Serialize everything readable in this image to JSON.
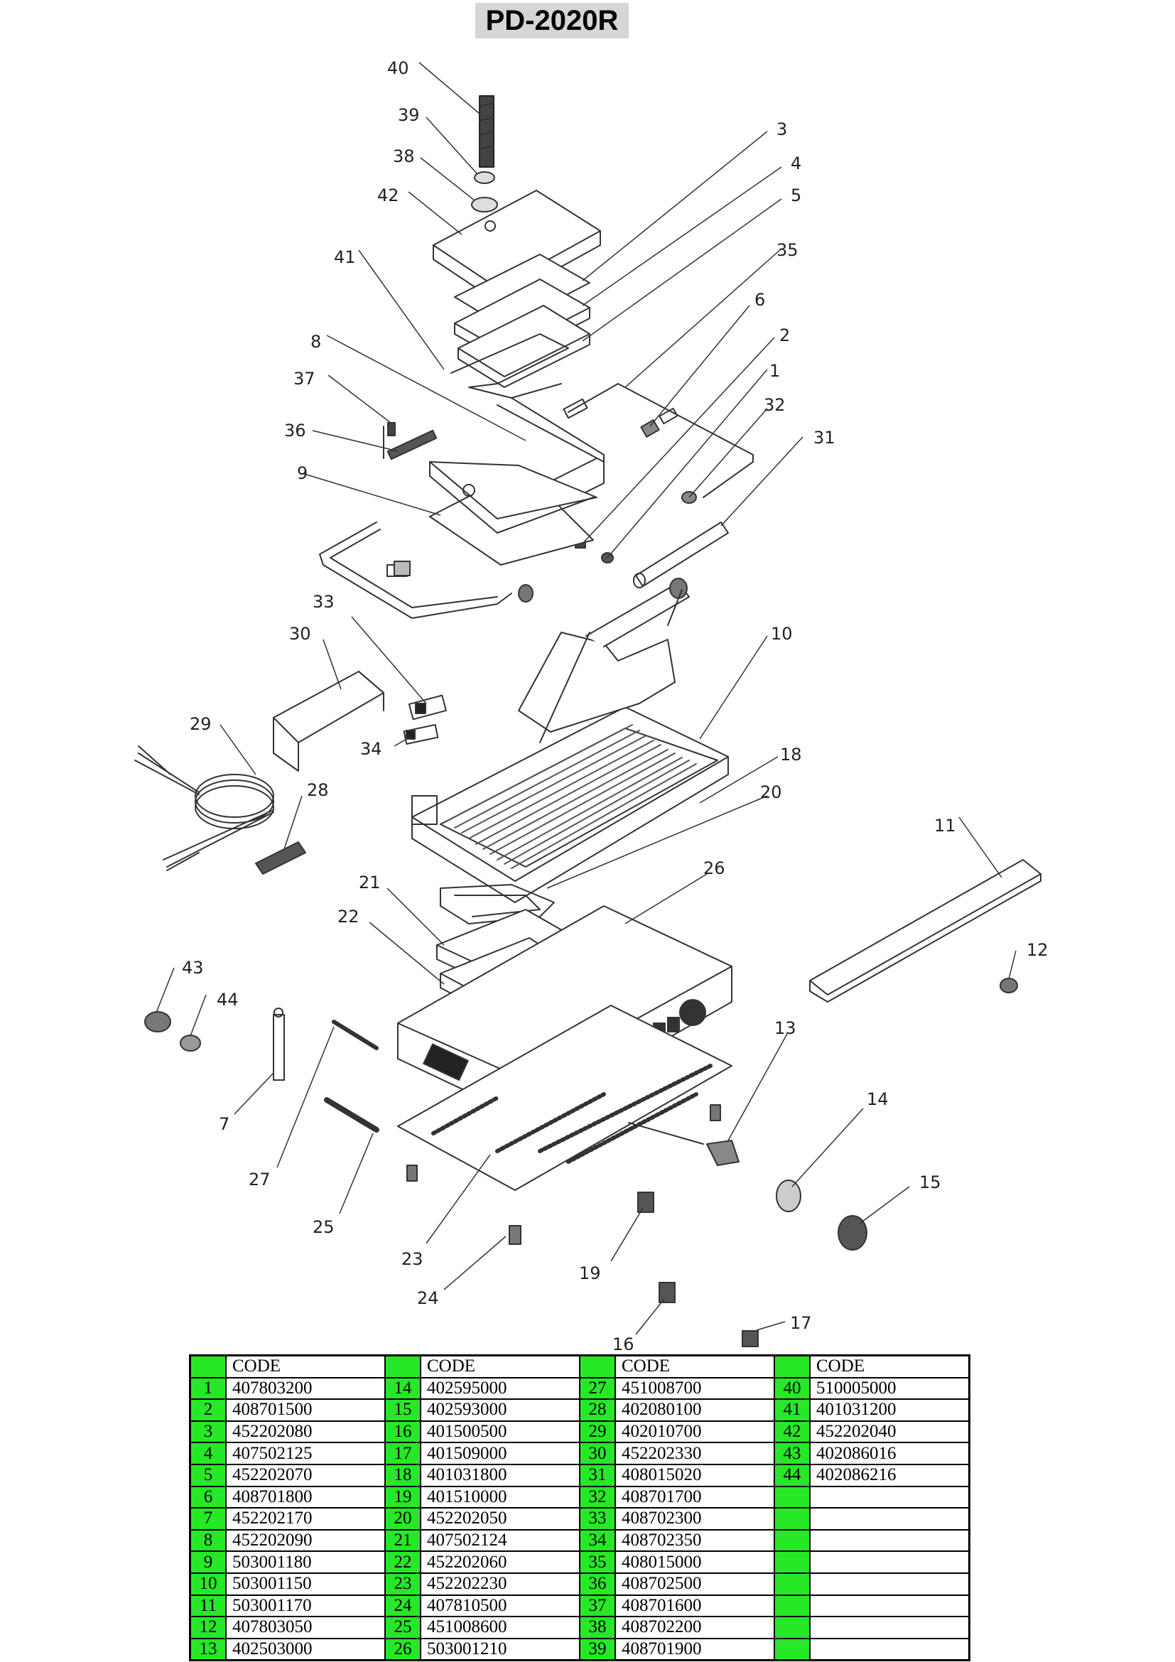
{
  "title": "PD-2020R",
  "callouts": [
    {
      "n": "40"
    },
    {
      "n": "39"
    },
    {
      "n": "38"
    },
    {
      "n": "42"
    },
    {
      "n": "41"
    },
    {
      "n": "8"
    },
    {
      "n": "37"
    },
    {
      "n": "36"
    },
    {
      "n": "9"
    },
    {
      "n": "3"
    },
    {
      "n": "4"
    },
    {
      "n": "5"
    },
    {
      "n": "35"
    },
    {
      "n": "6"
    },
    {
      "n": "2"
    },
    {
      "n": "1"
    },
    {
      "n": "32"
    },
    {
      "n": "31"
    },
    {
      "n": "33"
    },
    {
      "n": "30"
    },
    {
      "n": "29"
    },
    {
      "n": "34"
    },
    {
      "n": "28"
    },
    {
      "n": "10"
    },
    {
      "n": "18"
    },
    {
      "n": "20"
    },
    {
      "n": "26"
    },
    {
      "n": "21"
    },
    {
      "n": "22"
    },
    {
      "n": "11"
    },
    {
      "n": "12"
    },
    {
      "n": "43"
    },
    {
      "n": "44"
    },
    {
      "n": "7"
    },
    {
      "n": "27"
    },
    {
      "n": "25"
    },
    {
      "n": "13"
    },
    {
      "n": "14"
    },
    {
      "n": "15"
    },
    {
      "n": "23"
    },
    {
      "n": "24"
    },
    {
      "n": "19"
    },
    {
      "n": "16"
    },
    {
      "n": "17"
    }
  ],
  "table": {
    "header": "CODE",
    "columns": [
      [
        [
          "1",
          "407803200"
        ],
        [
          "2",
          "408701500"
        ],
        [
          "3",
          "452202080"
        ],
        [
          "4",
          "407502125"
        ],
        [
          "5",
          "452202070"
        ],
        [
          "6",
          "408701800"
        ],
        [
          "7",
          "452202170"
        ],
        [
          "8",
          "452202090"
        ],
        [
          "9",
          "503001180"
        ],
        [
          "10",
          "503001150"
        ],
        [
          "11",
          "503001170"
        ],
        [
          "12",
          "407803050"
        ],
        [
          "13",
          "402503000"
        ]
      ],
      [
        [
          "14",
          "402595000"
        ],
        [
          "15",
          "402593000"
        ],
        [
          "16",
          "401500500"
        ],
        [
          "17",
          "401509000"
        ],
        [
          "18",
          "401031800"
        ],
        [
          "19",
          "401510000"
        ],
        [
          "20",
          "452202050"
        ],
        [
          "21",
          "407502124"
        ],
        [
          "22",
          "452202060"
        ],
        [
          "23",
          "452202230"
        ],
        [
          "24",
          "407810500"
        ],
        [
          "25",
          "451008600"
        ],
        [
          "26",
          "503001210"
        ]
      ],
      [
        [
          "27",
          "451008700"
        ],
        [
          "28",
          "402080100"
        ],
        [
          "29",
          "402010700"
        ],
        [
          "30",
          "452202330"
        ],
        [
          "31",
          "408015020"
        ],
        [
          "32",
          "408701700"
        ],
        [
          "33",
          "408702300"
        ],
        [
          "34",
          "408702350"
        ],
        [
          "35",
          "408015000"
        ],
        [
          "36",
          "408702500"
        ],
        [
          "37",
          "408701600"
        ],
        [
          "38",
          "408702200"
        ],
        [
          "39",
          "408701900"
        ]
      ],
      [
        [
          "40",
          "510005000"
        ],
        [
          "41",
          "401031200"
        ],
        [
          "42",
          "452202040"
        ],
        [
          "43",
          "402086016"
        ],
        [
          "44",
          "402086216"
        ],
        [
          "",
          ""
        ],
        [
          "",
          ""
        ],
        [
          "",
          ""
        ],
        [
          "",
          ""
        ],
        [
          "",
          ""
        ],
        [
          "",
          ""
        ],
        [
          "",
          ""
        ],
        [
          "",
          ""
        ]
      ]
    ]
  },
  "colors": {
    "table_green": "#27e827",
    "title_bg": "#d6d6d6"
  }
}
